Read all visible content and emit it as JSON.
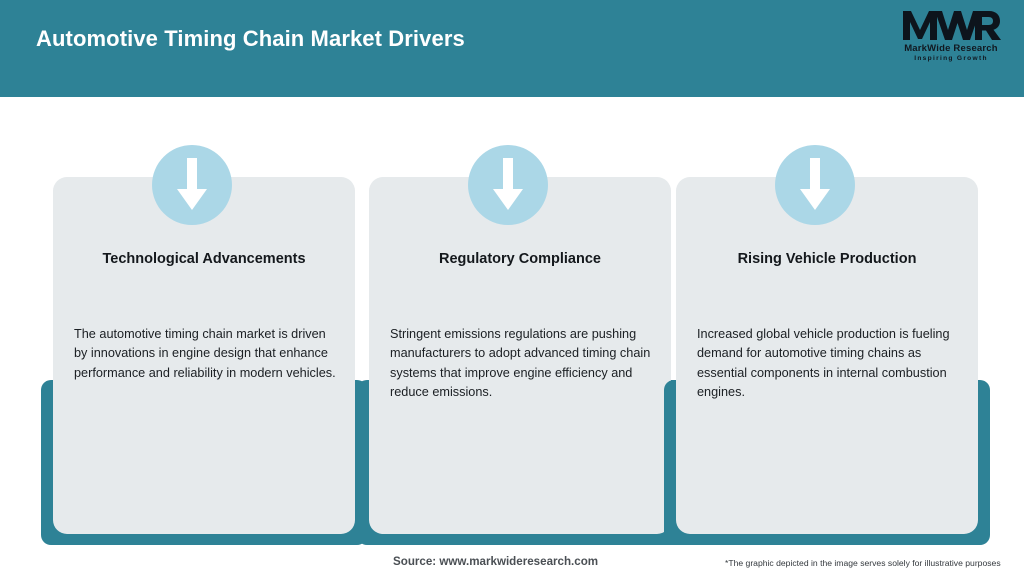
{
  "header": {
    "title": "Automotive Timing Chain Market Drivers",
    "background_color": "#2e8296",
    "title_color": "#ffffff"
  },
  "logo": {
    "mark": "MWR",
    "name": "MarkWide Research",
    "tagline": "Inspiring Growth"
  },
  "cards": [
    {
      "icon": "down-arrow-icon",
      "title": "Technological Advancements",
      "body": "The automotive timing chain market is driven by innovations in engine design that enhance performance and reliability in modern vehicles."
    },
    {
      "icon": "down-arrow-icon",
      "title": "Regulatory Compliance",
      "body": "Stringent emissions regulations are pushing manufacturers to adopt advanced timing chain systems that improve engine efficiency and reduce emissions."
    },
    {
      "icon": "down-arrow-icon",
      "title": "Rising Vehicle Production",
      "body": "Increased global vehicle production is fueling demand for automotive timing chains as essential components in internal combustion engines."
    }
  ],
  "footer": {
    "source": "Source: www.markwideresearch.com",
    "disclaimer": "*The graphic depicted in the image serves solely for illustrative purposes"
  },
  "colors": {
    "accent_teal": "#2e8296",
    "icon_circle": "#abd7e7",
    "card_panel": "#e6eaec",
    "page_background": "#ffffff"
  }
}
